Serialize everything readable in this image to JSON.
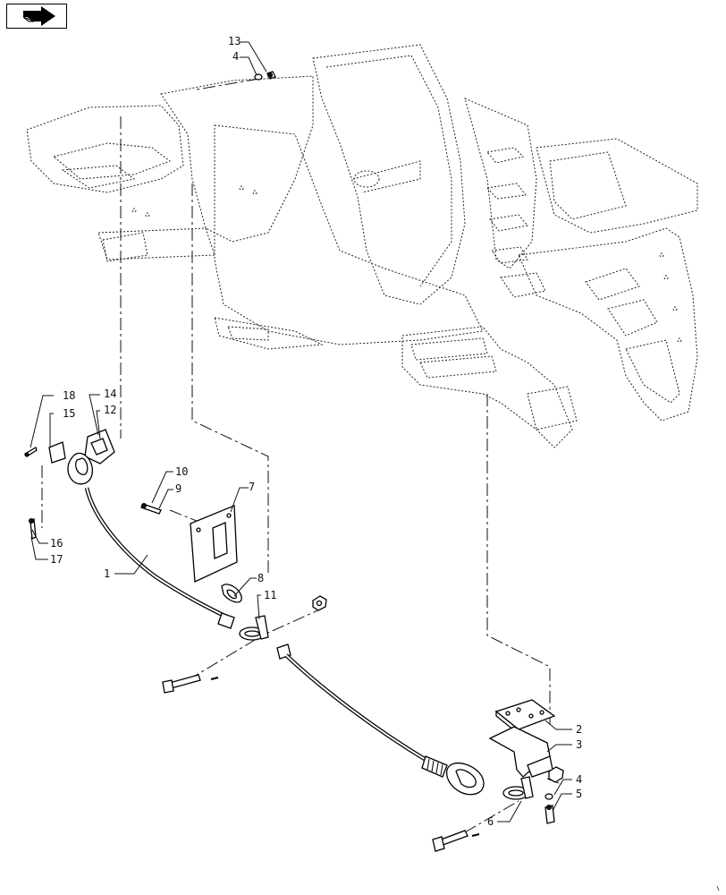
{
  "nav": {
    "icon": "page-navigation-arrow-icon"
  },
  "callouts": {
    "c1": "1",
    "c2": "2",
    "c3": "3",
    "c4a": "4",
    "c4b": "4",
    "c5": "5",
    "c6": "6",
    "c7": "7",
    "c8": "8",
    "c9": "9",
    "c10": "10",
    "c11": "11",
    "c12": "12",
    "c13": "13",
    "c14": "14",
    "c15": "15",
    "c16": "16",
    "c17": "17",
    "c18": "18"
  }
}
